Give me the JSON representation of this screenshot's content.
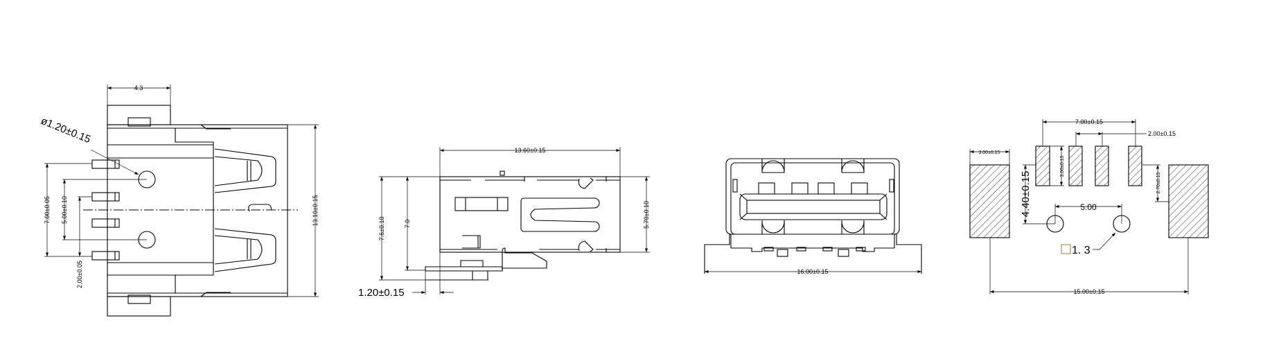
{
  "view_top": {
    "dim_width": "4.3",
    "dim_hole_diameter": "ø1.20±0.15",
    "dim_pin_span": "7.00±0.05",
    "dim_hole_pitch": "5.00±0.10",
    "dim_pin_pitch": "2.00±0.05",
    "dim_total_width": "13.10±0.15"
  },
  "view_side": {
    "dim_length": "13.60±0.15",
    "dim_total_height": "7.6±0.10",
    "dim_height": "7.0",
    "dim_body_height": "5.70±0.10",
    "dim_offset": "1.20±0.15"
  },
  "view_front": {
    "dim_flange_width": "16.00±0.15"
  },
  "view_footprint": {
    "dim_signal_span": "7.00±0.15",
    "dim_signal_pitch": "2.00±0.15",
    "dim_pad_width": "3.00±0.15",
    "dim_signal_length": "3.00±0.15",
    "dim_hole_offset": "4.40±0.15",
    "dim_pad_offset": "2.70±0.15",
    "dim_hole_pitch": "5.00",
    "dim_hole_size": "1. 3",
    "dim_pad_span": "15.00±0.15",
    "hole_size_box_color": "#c07020"
  }
}
